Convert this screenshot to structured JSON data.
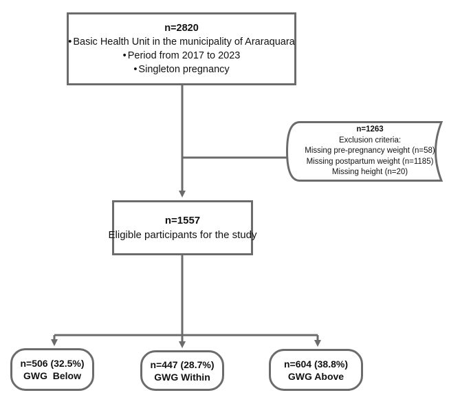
{
  "top_box": {
    "n": "n=2820",
    "items": [
      "Basic Health Unit in the municipality of Araraquara",
      "Period from 2017 to 2023",
      "Singleton pregnancy"
    ]
  },
  "exclusion_box": {
    "n": "n=1263",
    "title": "Exclusion criteria:",
    "items": [
      "Missing pre-pregnancy weight (n=58)",
      "Missing postpartum weight (n=1185)",
      "Missing height (n=20)"
    ]
  },
  "eligible_box": {
    "n": "n=1557",
    "label": "Eligible participants for the study"
  },
  "outcomes": [
    {
      "n": "n=506 (32.5%)",
      "label": "GWG  Below"
    },
    {
      "n": "n=447 (28.7%)",
      "label": "GWG Within"
    },
    {
      "n": "n=604 (38.8%)",
      "label": "GWG Above"
    }
  ],
  "colors": {
    "border": "#6b6b6b",
    "connector": "#6b6b6b",
    "text": "#111111",
    "background": "#ffffff"
  }
}
